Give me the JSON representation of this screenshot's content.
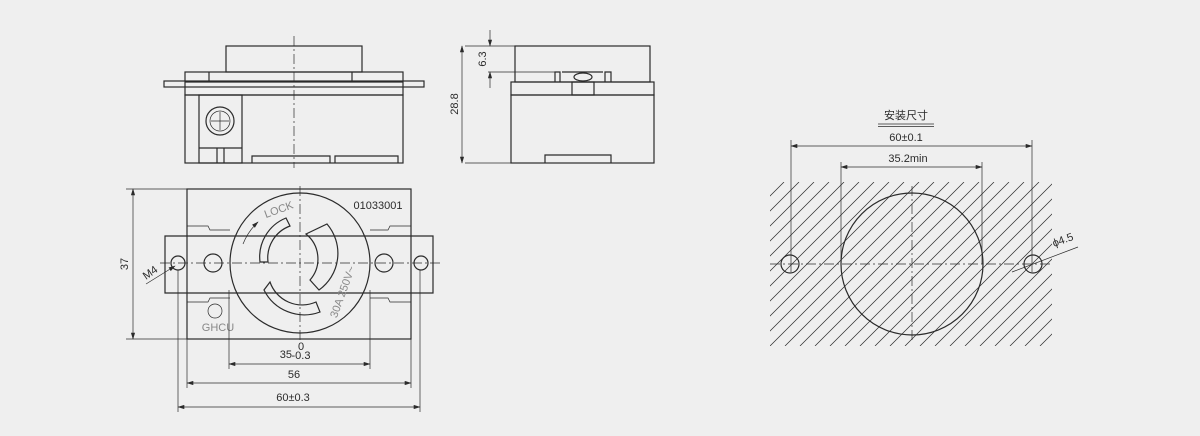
{
  "front_view": {
    "part_number": "01033001",
    "lock_label": "LOCK",
    "rating": "30A 250V~",
    "brand": "GHCU"
  },
  "dimensions": {
    "height": "37",
    "thread": "M4",
    "inner": "35",
    "inner_tol_upper": "0",
    "inner_tol_lower": "-0.3",
    "hole_span": "56",
    "overall": "60±0.3",
    "depth": "28.8",
    "top": "6.3"
  },
  "mounting": {
    "title": "安装尺寸",
    "hole_pitch": "60±0.1",
    "cutout": "35.2min",
    "hole_dia": "ϕ4.5"
  },
  "colors": {
    "line": "#2b2b2b",
    "background": "#efefef"
  }
}
